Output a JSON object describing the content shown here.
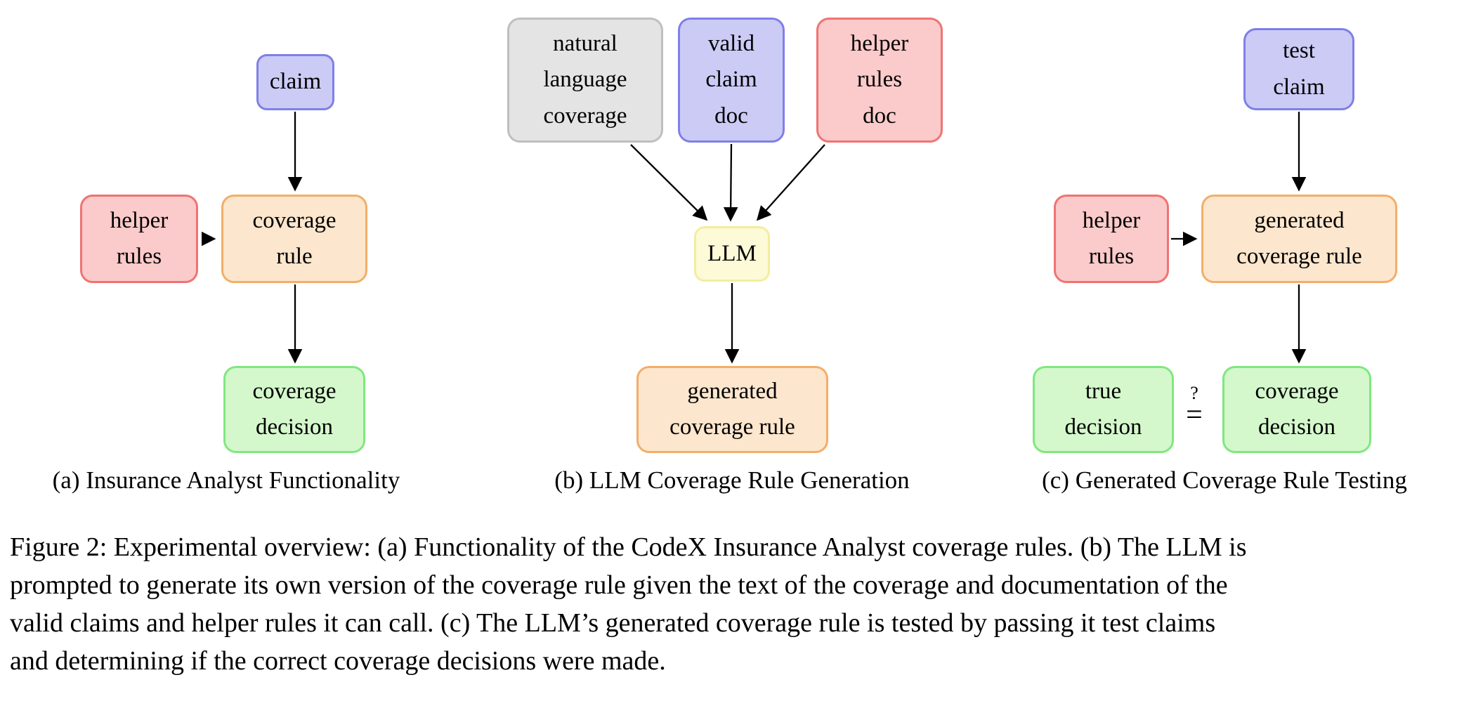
{
  "colors": {
    "blue_fill": "#cbcbf5",
    "blue_border": "#7f7fe8",
    "red_fill": "#fbcaca",
    "red_border": "#f07373",
    "orange_fill": "#fce6cd",
    "orange_border": "#f3ae68",
    "green_fill": "#d4f8cc",
    "green_border": "#7fe87f",
    "gray_fill": "#e4e4e4",
    "gray_border": "#bfbfbf",
    "yellow_fill": "#fdfad8",
    "yellow_border": "#f3ed9f"
  },
  "panel_a": {
    "caption": "(a) Insurance Analyst Functionality",
    "claim": "claim",
    "helper_rules": "helper\nrules",
    "coverage_rule": "coverage\nrule",
    "coverage_decision": "coverage\ndecision"
  },
  "panel_b": {
    "caption": "(b) LLM Coverage Rule Generation",
    "natural_language_coverage": "natural\nlanguage\ncoverage",
    "valid_claim_doc": "valid\nclaim\ndoc",
    "helper_rules_doc": "helper\nrules\ndoc",
    "llm": "LLM",
    "generated_coverage_rule": "generated\ncoverage rule"
  },
  "panel_c": {
    "caption": "(c) Generated Coverage Rule Testing",
    "test_claim": "test\nclaim",
    "helper_rules": "helper\nrules",
    "generated_coverage_rule": "generated\ncoverage rule",
    "true_decision": "true\ndecision",
    "coverage_decision": "coverage\ndecision",
    "equality_question": "?",
    "equality_equals": "="
  },
  "figure_caption": {
    "lines": [
      "Figure 2: Experimental overview: (a) Functionality of the CodeX Insurance Analyst coverage rules. (b) The LLM is",
      "prompted to generate its own version of the coverage rule given the text of the coverage and documentation of the",
      "valid claims and helper rules it can call. (c) The LLM’s generated coverage rule is tested by passing it test claims",
      "and determining if the correct coverage decisions were made."
    ]
  }
}
